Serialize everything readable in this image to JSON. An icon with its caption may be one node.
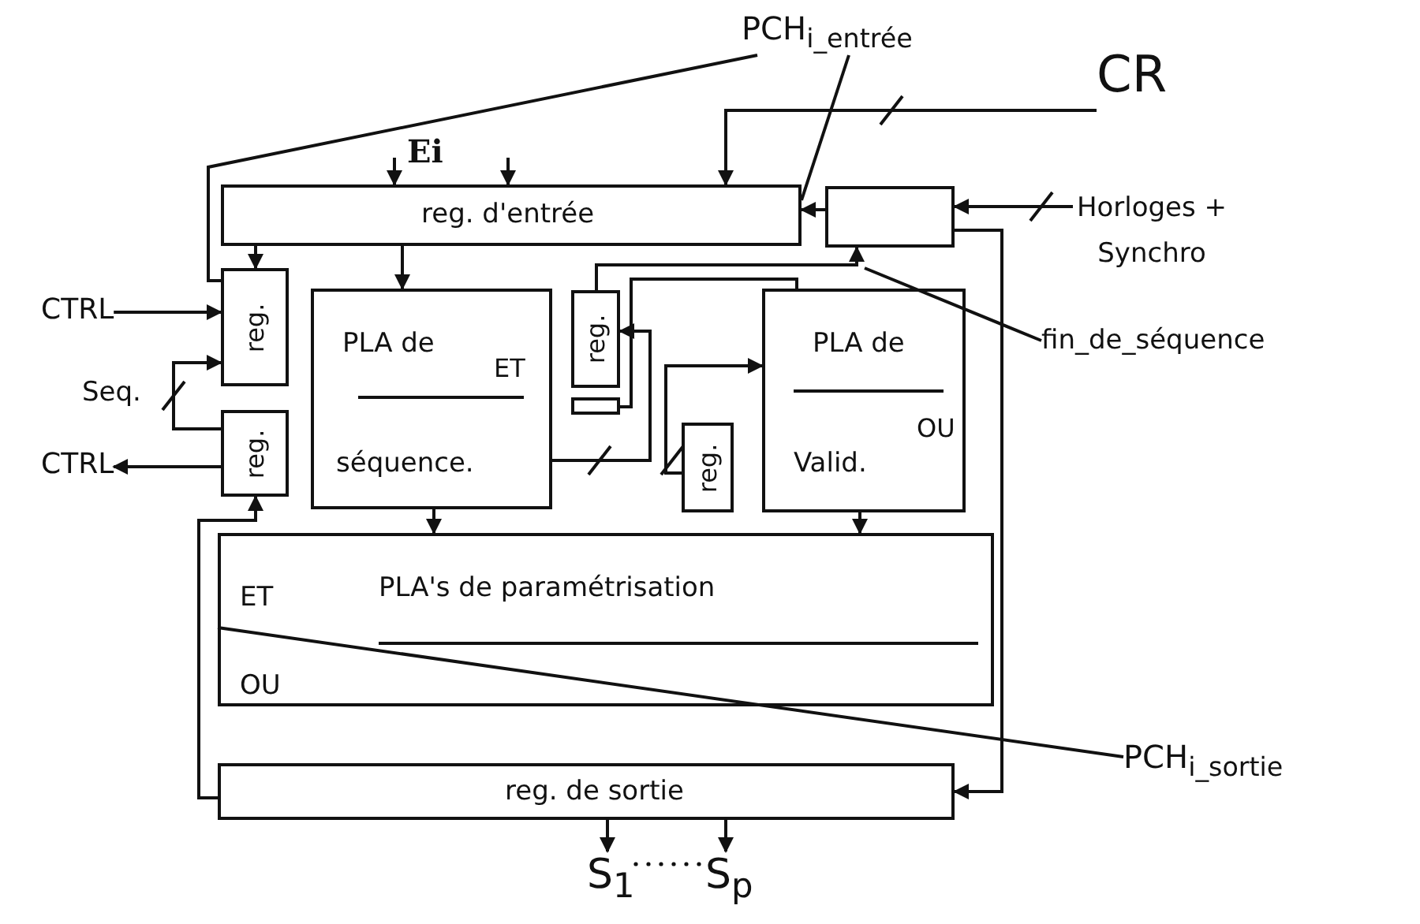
{
  "diagram": {
    "nodes": [
      {
        "text": [
          "reg. d'entrée"
        ]
      },
      {
        "text": [],
        "shape": "box"
      },
      {
        "text": [
          "reg."
        ]
      },
      {
        "text": [
          "reg."
        ]
      },
      {
        "text": [
          "PLA de",
          "ET",
          "séquence."
        ]
      },
      {
        "text": [
          "reg."
        ]
      },
      {
        "text": [],
        "shape": "box"
      },
      {
        "text": [
          "reg."
        ]
      },
      {
        "text": [
          "PLA de",
          "OU",
          "Valid."
        ]
      },
      {
        "text": [
          "ET",
          "PLA's de paramétrisation",
          "OU"
        ]
      },
      {
        "text": [
          "reg. de sortie"
        ]
      },
      {
        "text": [
          "PCH$_{i_entrée}$"
        ]
      },
      {
        "text": [
          "CR"
        ]
      },
      {
        "text": [
          "Horloges + Synchro"
        ]
      },
      {
        "text": [
          "fin_de_séquence"
        ]
      },
      {
        "text": [
          "CTRL"
        ]
      },
      {
        "text": [
          "CTRL"
        ]
      },
      {
        "text": [
          "PCH$_{i_sortie}$"
        ]
      },
      {
        "text": [
          "S$_{1}$"
        ]
      },
      {
        "text": [
          "S$_{p}$"
        ]
      }
    ],
    "edges": [
      {
        "from": null,
        "to": 0,
        "arrow": "to"
      },
      {
        "from": null,
        "to": 0,
        "arrow": "to"
      },
      {
        "from": 12,
        "to": 0,
        "arrow": "to"
      },
      {
        "from": 13,
        "to": 1,
        "arrow": "to"
      },
      {
        "from": 1,
        "to": 0,
        "arrow": "to"
      },
      {
        "from": 1,
        "to": 10,
        "arrow": "to"
      },
      {
        "from": 0,
        "to": 2,
        "arrow": "to"
      },
      {
        "from": 0,
        "to": 4,
        "arrow": "to"
      },
      {
        "from": 5,
        "to": 1,
        "arrow": "to"
      },
      {
        "from": 15,
        "to": 2,
        "arrow": "to"
      },
      {
        "from": 3,
        "to": 2,
        "arrow": "to",
        "label": "Seq."
      },
      {
        "from": 3,
        "to": 16,
        "arrow": "to"
      },
      {
        "from": 4,
        "to": 9,
        "arrow": "to"
      },
      {
        "from": 8,
        "to": 9,
        "arrow": "to"
      },
      {
        "from": 4,
        "to": 5,
        "arrow": "to"
      },
      {
        "from": 7,
        "to": 8,
        "arrow": "to"
      },
      {
        "from": 6,
        "to": 8,
        "arrow": "none"
      },
      {
        "from": 10,
        "to": 3,
        "arrow": "to"
      },
      {
        "from": 10,
        "to": 18,
        "arrow": "to"
      },
      {
        "from": 10,
        "to": 19,
        "arrow": "to"
      },
      {
        "from": 11,
        "to": 2,
        "arrow": "none"
      },
      {
        "from": 11,
        "to": 0,
        "arrow": "none"
      },
      {
        "from": 14,
        "to": null,
        "arrow": "none"
      },
      {
        "from": 17,
        "to": 9,
        "arrow": "none"
      }
    ],
    "labels": [
      "Ei"
    ]
  }
}
